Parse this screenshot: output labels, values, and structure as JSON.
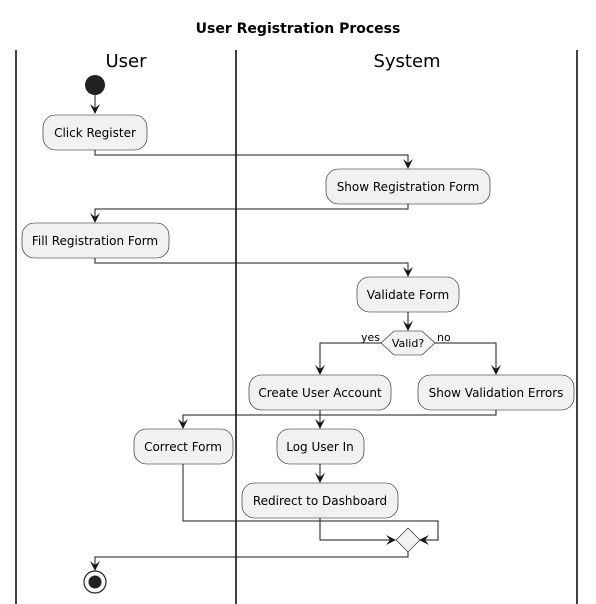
{
  "diagram": {
    "title": "User Registration Process",
    "lanes": [
      {
        "id": "user",
        "label": "User"
      },
      {
        "id": "system",
        "label": "System"
      }
    ],
    "nodes": {
      "click_register": "Click Register",
      "show_form": "Show Registration Form",
      "fill_form": "Fill Registration Form",
      "validate": "Validate Form",
      "decision": "Valid?",
      "create_account": "Create User Account",
      "show_errors": "Show Validation Errors",
      "correct_form": "Correct Form",
      "log_in": "Log User In",
      "redirect": "Redirect to Dashboard"
    },
    "branches": {
      "yes": "yes",
      "no": "no"
    },
    "colors": {
      "node_fill": "#f1f1f1",
      "stroke": "#181818",
      "start_end": "#222222"
    }
  }
}
